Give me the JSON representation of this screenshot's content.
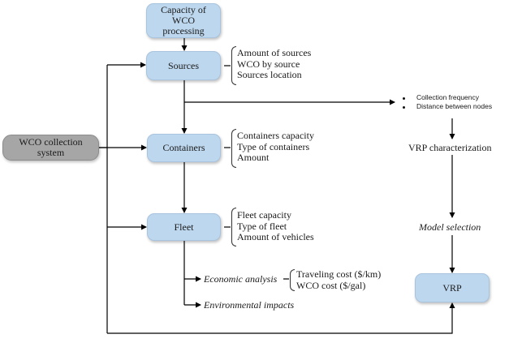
{
  "diagram": {
    "nodes": {
      "capacity": "Capacity of WCO processing",
      "capacity_lines": [
        "Capacity of",
        "WCO",
        "processing"
      ],
      "sources": "Sources",
      "containers": "Containers",
      "fleet": "Fleet",
      "system": "WCO collection system",
      "system_lines": [
        "WCO collection",
        "system"
      ],
      "vrp": "VRP"
    },
    "sources_attributes": [
      "Amount of sources",
      "WCO by source",
      "Sources location"
    ],
    "containers_attributes": [
      "Containers capacity",
      "Type of containers",
      "Amount"
    ],
    "fleet_attributes": [
      "Fleet capacity",
      "Type of fleet",
      "Amount of vehicles"
    ],
    "fleet_outputs": {
      "economic": "Economic analysis",
      "environmental": "Environmental impacts"
    },
    "economic_attributes": [
      "Traveling cost ($/km)",
      "WCO cost ($/gal)"
    ],
    "vrp_inputs": [
      "Collection frequency",
      "Distance between nodes"
    ],
    "vrp_characterization": "VRP characterization",
    "model_selection": "Model selection",
    "colors": {
      "box_fill": "#bdd7ee",
      "system_fill": "#a6a6a6",
      "line": "#000000"
    }
  }
}
